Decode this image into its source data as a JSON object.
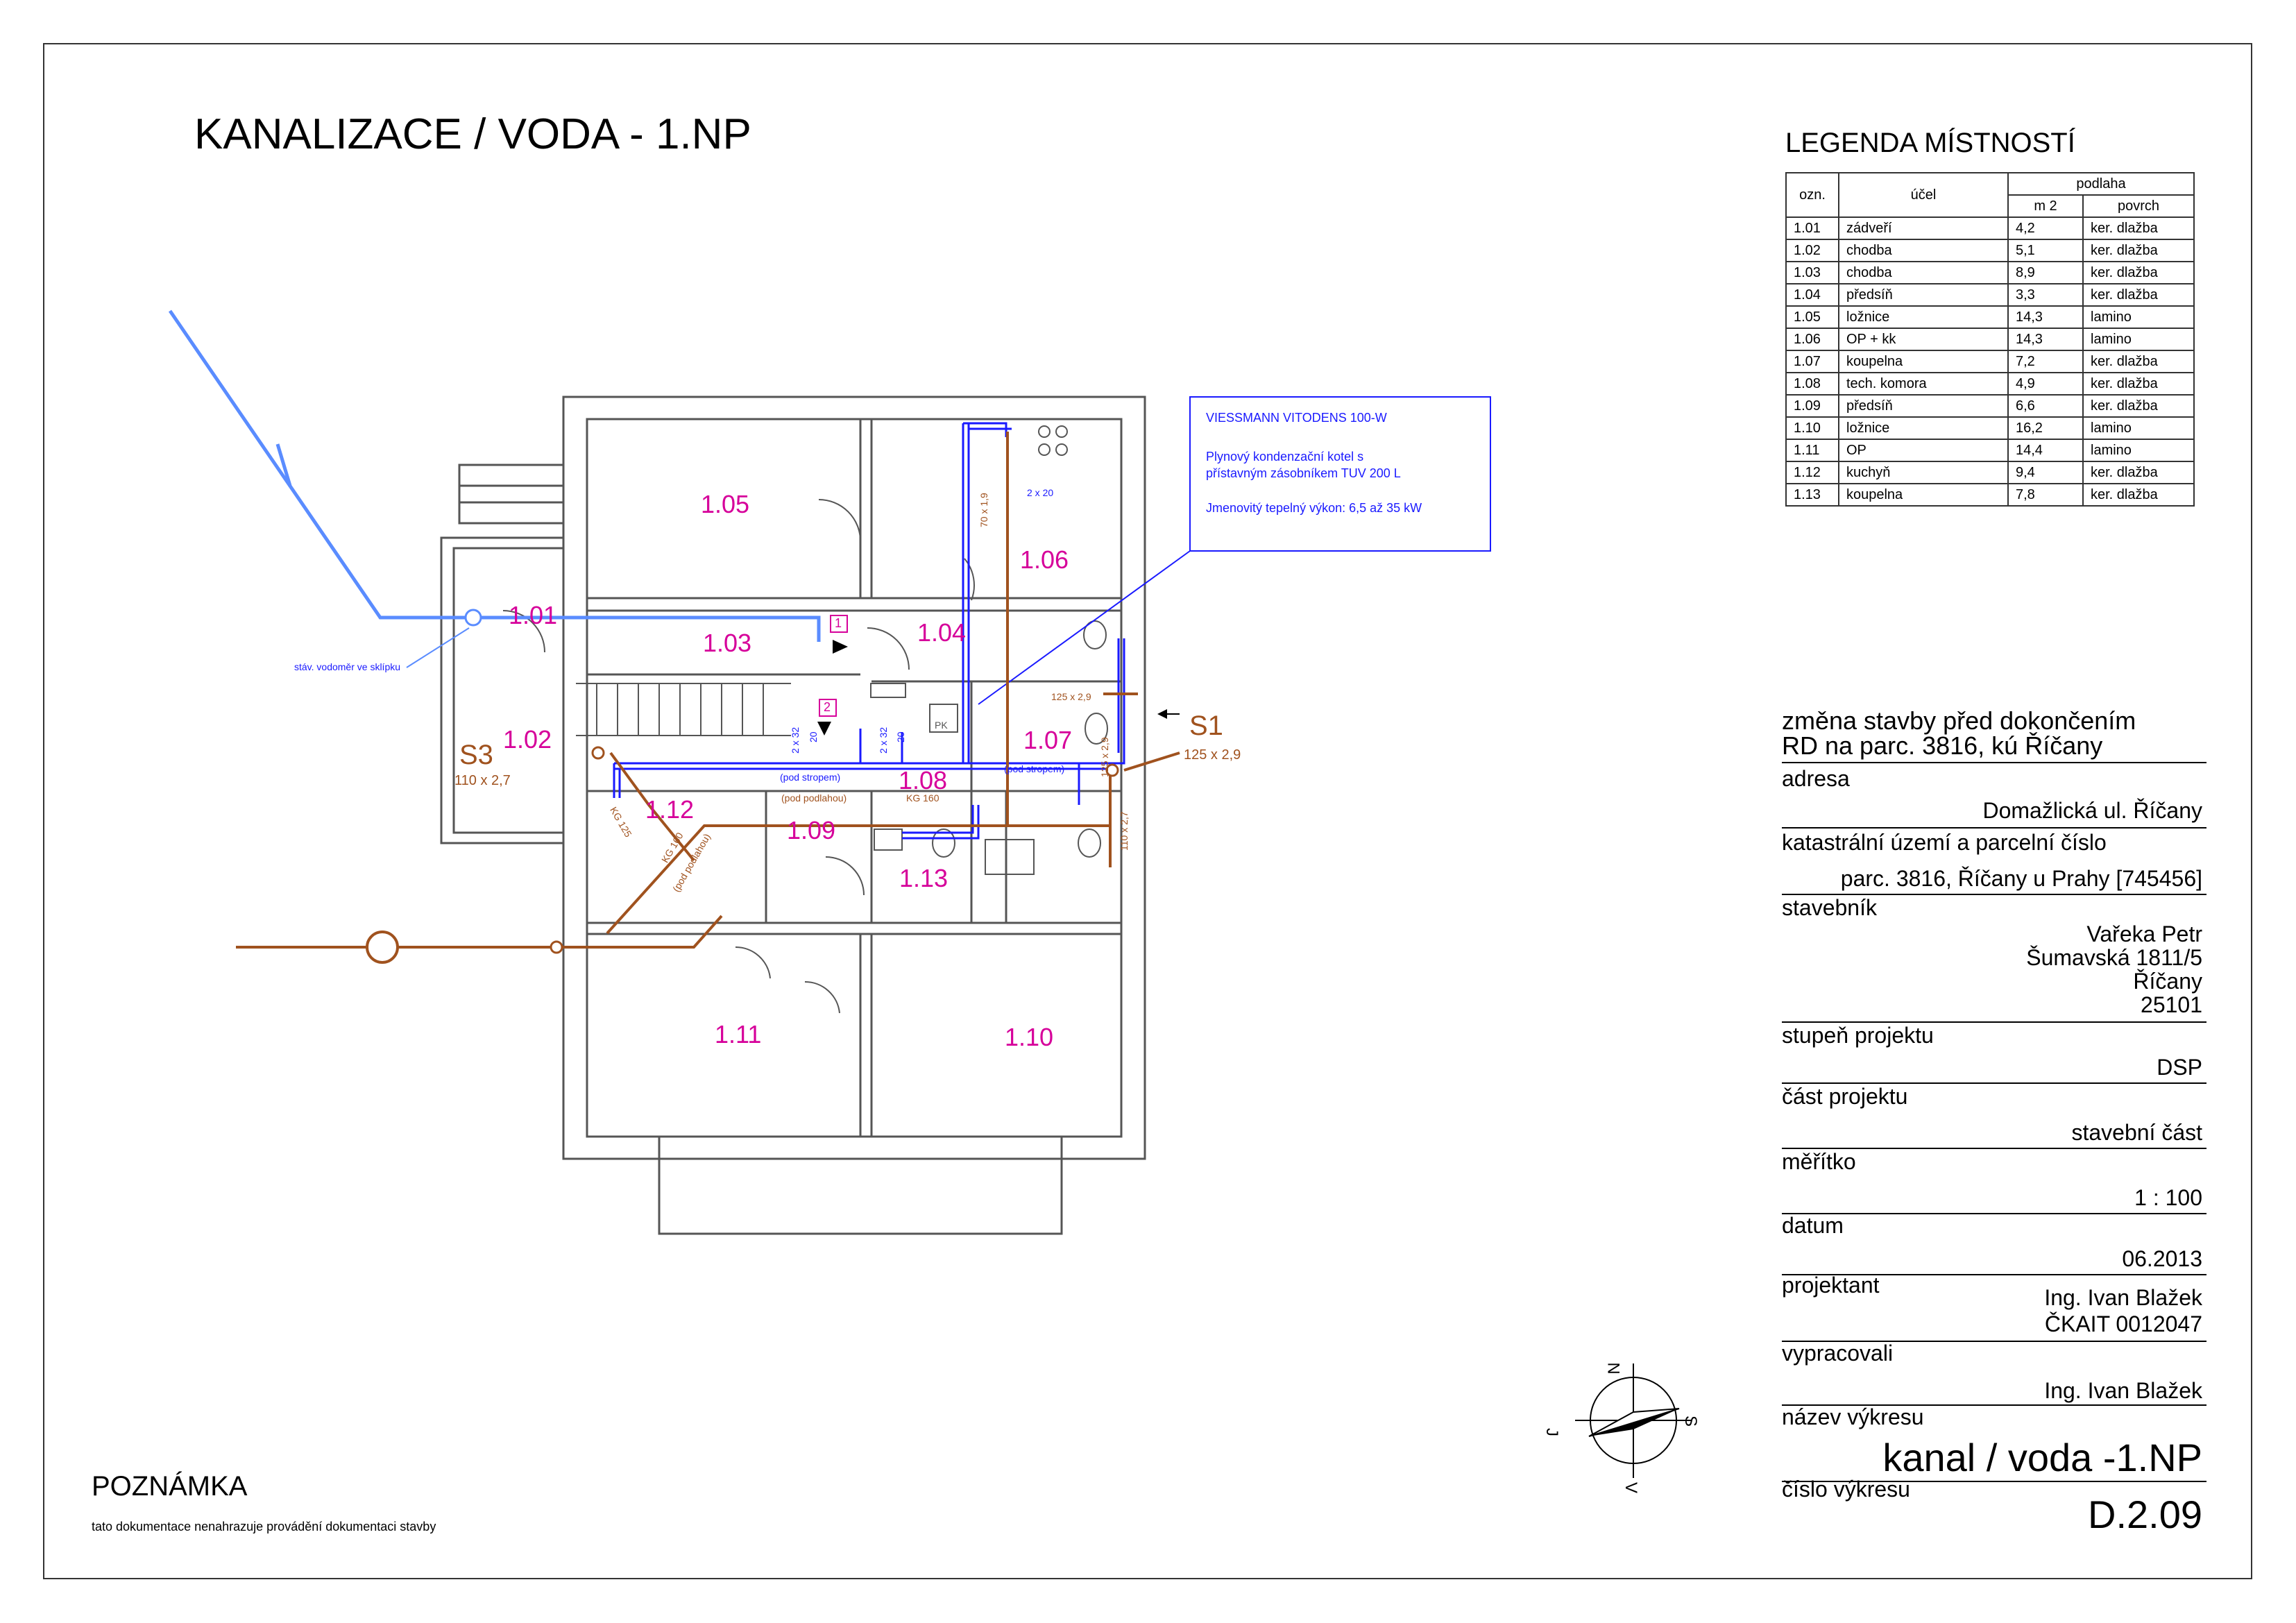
{
  "sheet": {
    "title": "KANALIZACE / VODA - 1.NP"
  },
  "legend": {
    "title": "LEGENDA MÍSTNOSTÍ",
    "headers": {
      "ozn": "ozn.",
      "ucel": "účel",
      "podlaha": "podlaha",
      "m2": "m 2",
      "povrch": "povrch"
    },
    "rows": [
      {
        "ozn": "1.01",
        "ucel": "zádveří",
        "m2": "4,2",
        "povrch": "ker. dlažba"
      },
      {
        "ozn": "1.02",
        "ucel": "chodba",
        "m2": "5,1",
        "povrch": "ker. dlažba"
      },
      {
        "ozn": "1.03",
        "ucel": "chodba",
        "m2": "8,9",
        "povrch": "ker. dlažba"
      },
      {
        "ozn": "1.04",
        "ucel": "předsíň",
        "m2": "3,3",
        "povrch": "ker. dlažba"
      },
      {
        "ozn": "1.05",
        "ucel": "ložnice",
        "m2": "14,3",
        "povrch": "lamino"
      },
      {
        "ozn": "1.06",
        "ucel": "OP + kk",
        "m2": "14,3",
        "povrch": "lamino"
      },
      {
        "ozn": "1.07",
        "ucel": "koupelna",
        "m2": "7,2",
        "povrch": "ker. dlažba"
      },
      {
        "ozn": "1.08",
        "ucel": "tech. komora",
        "m2": "4,9",
        "povrch": "ker. dlažba"
      },
      {
        "ozn": "1.09",
        "ucel": "předsíň",
        "m2": "6,6",
        "povrch": "ker. dlažba"
      },
      {
        "ozn": "1.10",
        "ucel": "ložnice",
        "m2": "16,2",
        "povrch": "lamino"
      },
      {
        "ozn": "1.11",
        "ucel": "OP",
        "m2": "14,4",
        "povrch": "lamino"
      },
      {
        "ozn": "1.12",
        "ucel": "kuchyň",
        "m2": "9,4",
        "povrch": "ker. dlažba"
      },
      {
        "ozn": "1.13",
        "ucel": "koupelna",
        "m2": "7,8",
        "povrch": "ker. dlažba"
      }
    ]
  },
  "boiler_note": {
    "line1": "VIESSMANN VITODENS 100-W",
    "line2": "Plynový kondenzační kotel s",
    "line3": "přístavným zásobníkem TUV 200 L",
    "line4": "Jmenovitý tepelný výkon: 6,5 až 35 kW"
  },
  "plan": {
    "rooms": [
      "1.01",
      "1.02",
      "1.03",
      "1.04",
      "1.05",
      "1.06",
      "1.07",
      "1.08",
      "1.09",
      "1.10",
      "1.11",
      "1.12",
      "1.13"
    ],
    "stacks": {
      "s1": "S1",
      "s1_dim": "125 x 2,9",
      "s3": "S3",
      "s3_dim": "110 x 2,7"
    },
    "labels": {
      "vodomer": "stáv. vodoměr ve sklípku",
      "d70": "70 x 1,9",
      "d2x20": "2 x 20",
      "d2x32a": "2 x 32",
      "d20a": "20",
      "d2x32b": "2 x 32",
      "d20b": "20",
      "pod_stropem1": "(pod stropem)",
      "pod_stropem2": "(pod stropem)",
      "pod_podlahou1": "(pod podlahou)",
      "pod_podlahou2": "(pod podlahou)",
      "kg160a": "KG 160",
      "kg160b": "KG 160",
      "kg125": "KG 125",
      "d125_29": "125 x 2,9",
      "d125_29b": "125 x 2,9",
      "d110_27": "110 x 2,7",
      "pk": "PK",
      "mark1": "1",
      "mark2": "2"
    },
    "compass": {
      "n": "N",
      "s": "S",
      "j": "J",
      "v": "V"
    }
  },
  "title_block": {
    "heading1": "změna stavby před dokončením",
    "heading2": "RD  na parc. 3816, kú Říčany",
    "adresa_label": "adresa",
    "adresa": "Domažlická ul. Říčany",
    "katastr_label": "katastrální území a parcelní číslo",
    "katastr": "parc. 3816, Říčany u Prahy [745456]",
    "stavebnik_label": "stavebník",
    "stavebnik1": "Vařeka Petr",
    "stavebnik2": "Šumavská 1811/5",
    "stavebnik3": "Říčany",
    "stavebnik4": "25101",
    "stupen_label": "stupeň projektu",
    "stupen": "DSP",
    "cast_label": "část projektu",
    "cast": "stavební část",
    "meritko_label": "měřítko",
    "meritko": "1 : 100",
    "datum_label": "datum",
    "datum": "06.2013",
    "projektant_label": "projektant",
    "projektant1": "Ing. Ivan Blažek",
    "projektant2": "ČKAIT 0012047",
    "vypracovali_label": "vypracovali",
    "vypracovali": "Ing. Ivan Blažek",
    "nazev_label": "název výkresu",
    "nazev": "kanal / voda -1.NP",
    "cislo_label": "číslo výkresu",
    "cislo": "D.2.09"
  },
  "note": {
    "title": "POZNÁMKA",
    "text": "tato dokumentace nenahrazuje provádění dokumentaci stavby"
  },
  "colors": {
    "room_labels": "#d6009a",
    "water": "#1a1aff",
    "water_main": "#5a8cff",
    "sewer": "#a0521e",
    "wall": "#555555"
  }
}
